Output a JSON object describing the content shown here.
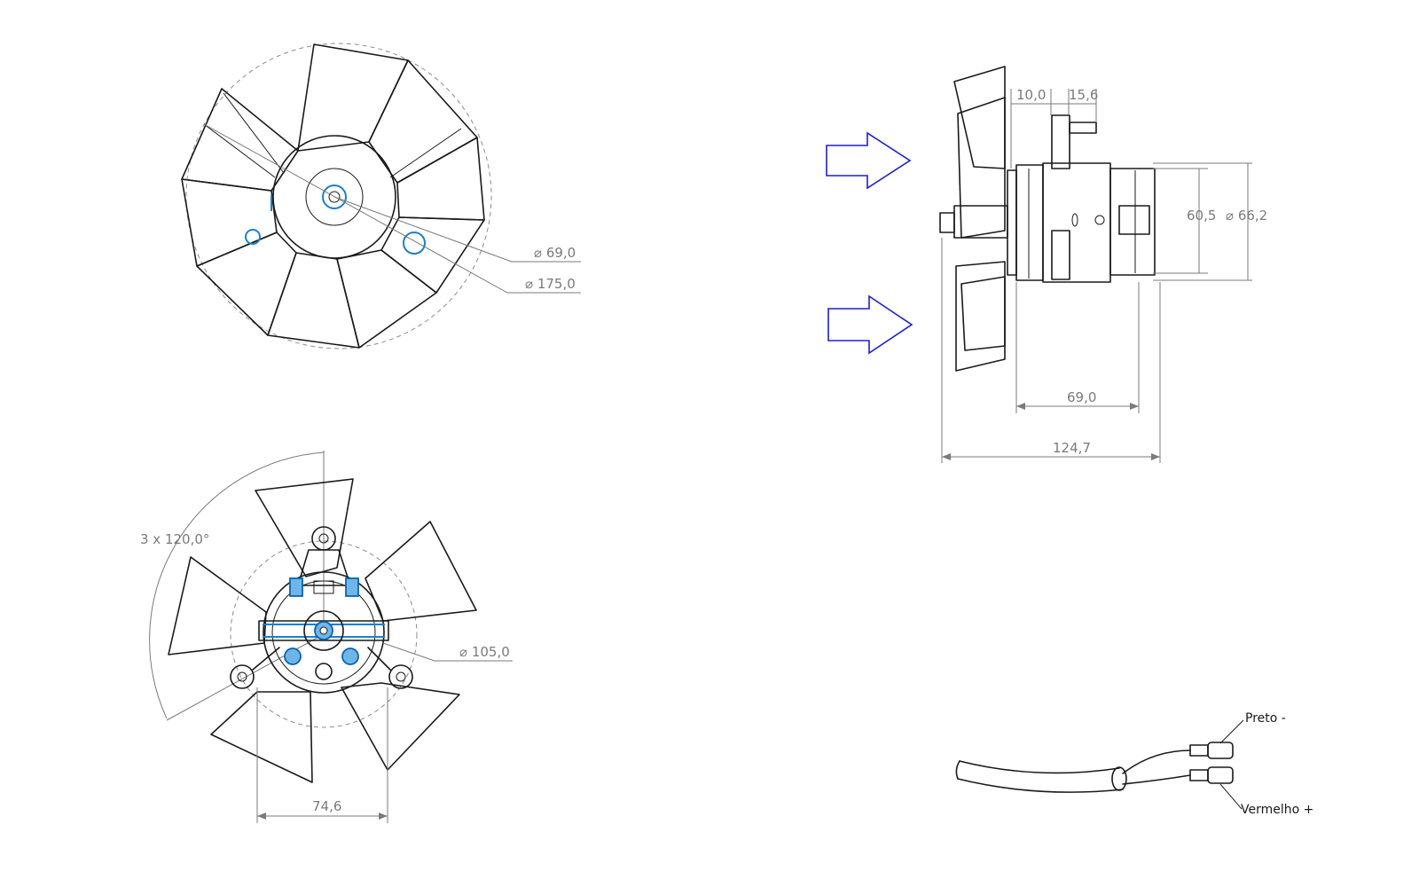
{
  "views": {
    "front": {
      "dims": {
        "hub": "69,0",
        "outer": "175,0"
      }
    },
    "rear": {
      "dims": {
        "angle": "3 x 120,0°",
        "diameter": "105,0",
        "spacing": "74,6"
      }
    },
    "side": {
      "dims": {
        "d1": "10,0",
        "d2": "15,6",
        "d3": "60,5",
        "d4": "66,2",
        "d5": "69,0",
        "d6": "124,7"
      }
    },
    "wires": {
      "black": "Preto -",
      "red": "Vermelho +"
    }
  },
  "symbols": {
    "diameter": "diameter-symbol"
  },
  "colors": {
    "line": "#1a1a1a",
    "dimension": "#7a7a7a",
    "arrow": "#1f1fd0",
    "highlight": "#1b7fd0"
  }
}
